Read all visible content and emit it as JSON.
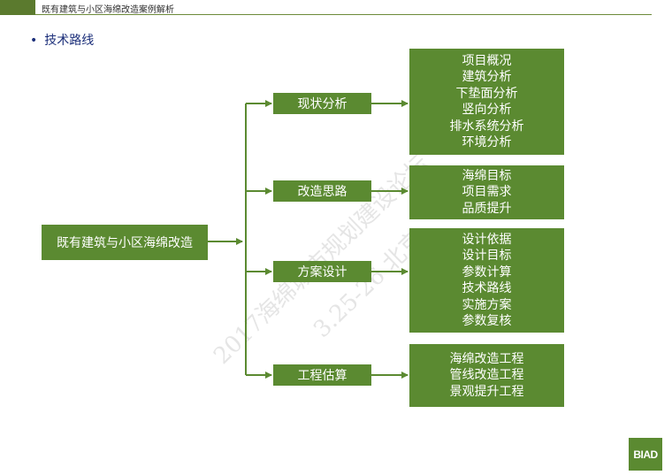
{
  "header": {
    "title": "既有建筑与小区海绵改造案例解析"
  },
  "section": {
    "bullet": "•",
    "title": "技术路线"
  },
  "diagram": {
    "root": "既有建筑与小区海绵改造",
    "branches": [
      {
        "label": "现状分析",
        "items": [
          "项目概况",
          "建筑分析",
          "下垫面分析",
          "竖向分析",
          "排水系统分析",
          "环境分析"
        ]
      },
      {
        "label": "改造思路",
        "items": [
          "海绵目标",
          "项目需求",
          "品质提升"
        ]
      },
      {
        "label": "方案设计",
        "items": [
          "设计依据",
          "设计目标",
          "参数计算",
          "技术路线",
          "实施方案",
          "参数复核"
        ]
      },
      {
        "label": "工程估算",
        "items": [
          "海绵改造工程",
          "管线改造工程",
          "景观提升工程"
        ]
      }
    ]
  },
  "watermark": {
    "line1": "2017海绵城市规划建设论坛",
    "line2": "3.25-26 北京"
  },
  "logo": {
    "text": "BIAD"
  },
  "colors": {
    "box_green": "#5b8a31",
    "line_green": "#5b8a31",
    "title_blue": "#1c2f7a"
  }
}
